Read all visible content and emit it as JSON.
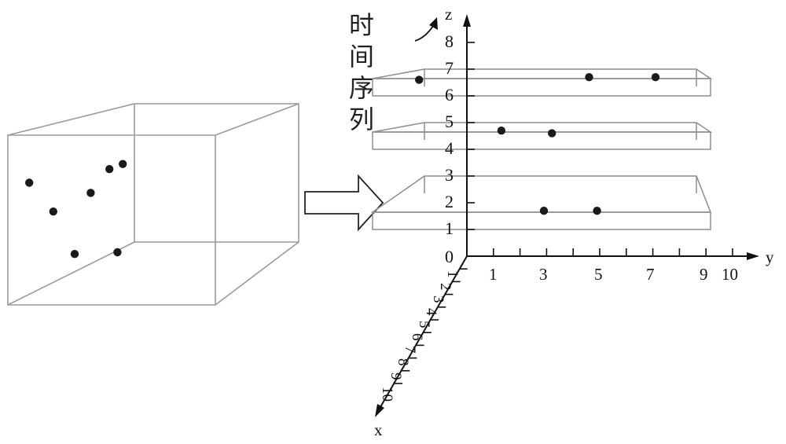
{
  "axes": {
    "x_name": "x",
    "y_name": "y",
    "z_name": "z",
    "origin_label": "0",
    "z_ticks": [
      "1",
      "2",
      "3",
      "4",
      "5",
      "6",
      "7",
      "8"
    ],
    "y_ticks": [
      "1",
      "3",
      "5",
      "7",
      "9",
      "10"
    ],
    "x_ticks": [
      "1",
      "2",
      "3",
      "4",
      "5",
      "6",
      "7",
      "8",
      "9",
      "10"
    ]
  },
  "vertical_label": [
    "时",
    "间",
    "序",
    "列"
  ],
  "cube": {
    "points": [
      {
        "u": 0.08,
        "v": 0.28
      },
      {
        "u": 0.17,
        "v": 0.45
      },
      {
        "u": 0.31,
        "v": 0.34
      },
      {
        "u": 0.38,
        "v": 0.2
      },
      {
        "u": 0.43,
        "v": 0.17
      },
      {
        "u": 0.25,
        "v": 0.7
      },
      {
        "u": 0.41,
        "v": 0.69
      }
    ]
  },
  "slabs": [
    {
      "z_range": [
        1,
        3
      ],
      "points": [
        {
          "y": 2.9,
          "z": 1.7
        },
        {
          "y": 4.9,
          "z": 1.7
        }
      ]
    },
    {
      "z_range": [
        4,
        5
      ],
      "points": [
        {
          "y": 1.3,
          "z": 4.7
        },
        {
          "y": 3.2,
          "z": 4.6
        }
      ]
    },
    {
      "z_range": [
        6,
        7
      ],
      "points": [
        {
          "y": -1.8,
          "z": 6.6
        },
        {
          "y": 4.6,
          "z": 6.7
        },
        {
          "y": 7.1,
          "z": 6.7
        }
      ]
    }
  ]
}
